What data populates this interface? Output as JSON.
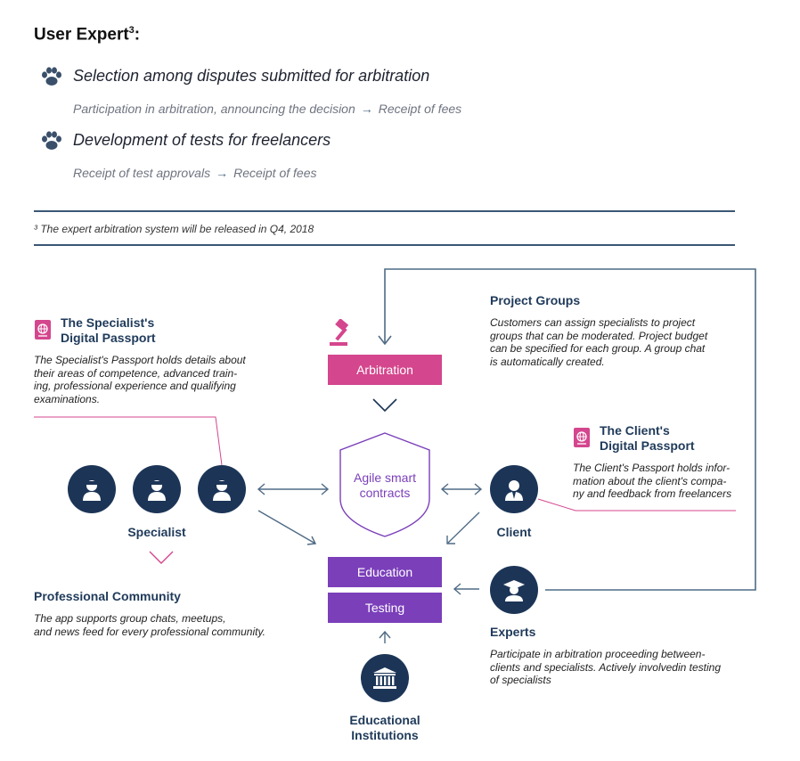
{
  "header": {
    "title": "User Expert",
    "sup": "3",
    "colon": ":"
  },
  "items": [
    {
      "title": "Selection among disputes submitted for arbitration",
      "sub_left": "Participation in arbitration, announcing the decision",
      "sub_right": "Receipt of fees"
    },
    {
      "title": "Development of tests for freelancers",
      "sub_left": "Receipt of test approvals",
      "sub_right": "Receipt of fees"
    }
  ],
  "footnote": "³ The expert arbitration system will be released in Q4, 2018",
  "specialist_passport": {
    "title_line1": "The Specialist's",
    "title_line2": "Digital Passport",
    "desc": [
      "The Specialist's Passport holds details about",
      "their areas of competence, advanced train-",
      "ing, professional experience and qualifying",
      "examinations."
    ]
  },
  "project_groups": {
    "title": "Project Groups",
    "desc": [
      "Customers can assign specialists to project",
      "groups that can be moderated. Project budget",
      "can be specified for each group. A group chat",
      "is automatically created."
    ]
  },
  "client_passport": {
    "title_line1": "The Client's",
    "title_line2": "Digital Passport",
    "desc": [
      "The Client's Passport holds infor-",
      "mation about the client's compa-",
      "ny and feedback from freelancers"
    ]
  },
  "arbitration_label": "Arbitration",
  "contracts": {
    "line1": "Agile smart",
    "line2": "contracts"
  },
  "education_label": "Education",
  "testing_label": "Testing",
  "specialist_label": "Specialist",
  "client_label": "Client",
  "experts": {
    "title": "Experts",
    "desc": [
      "Participate in arbitration proceeding between-",
      "clients and specialists. Actively involvedin testing",
      "of specialists"
    ]
  },
  "community": {
    "title": "Professional Community",
    "desc": [
      "The app supports group chats, meetups,",
      "and news feed for every professional community."
    ]
  },
  "institutions": {
    "line1": "Educational",
    "line2": "Institutions"
  },
  "colors": {
    "navy": "#1c3557",
    "pink": "#d4468d",
    "purple": "#7b3fba",
    "arrow": "#4f6b85"
  }
}
